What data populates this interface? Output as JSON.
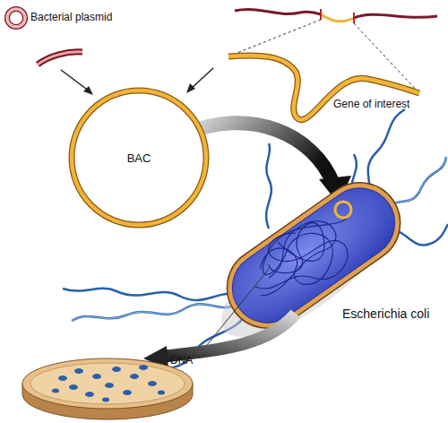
{
  "diagram": {
    "nodes": [
      {
        "text": [
          "BAC"
        ]
      }
    ],
    "labels": [
      "Bacterial plasmid",
      "Gene of interest",
      "Escherichia coli",
      "DNA"
    ]
  }
}
